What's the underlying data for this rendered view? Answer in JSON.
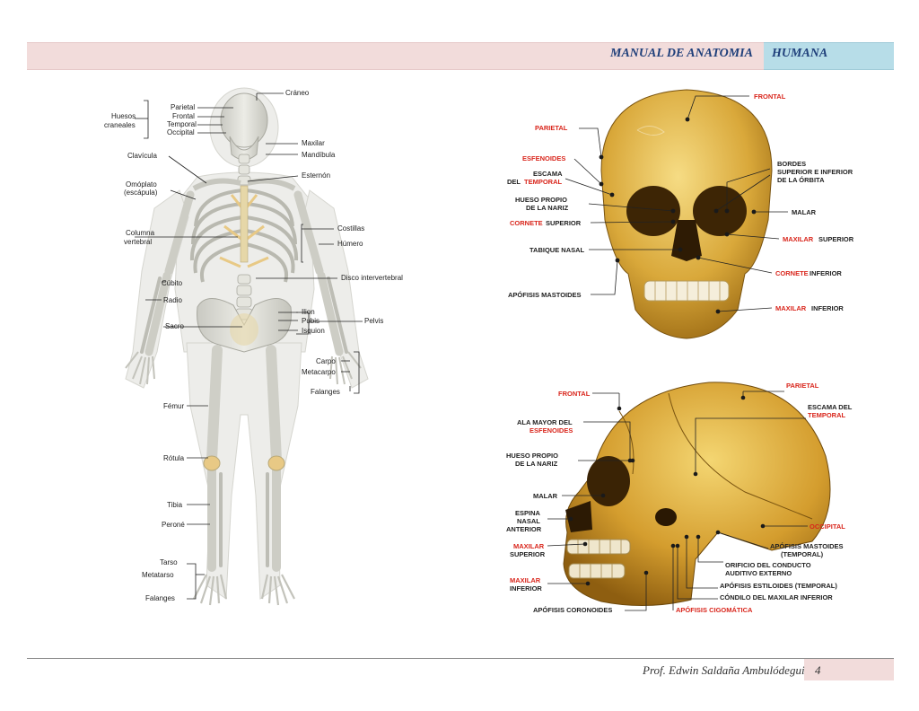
{
  "header": {
    "title_left": "MANUAL DE ANATOMIA",
    "title_right": "HUMANA"
  },
  "footer": {
    "author": "Prof. Edwin Saldaña Ambulódegui",
    "page": "4"
  },
  "skeleton": {
    "labels": {
      "craneo": "Cráneo",
      "huesos": "Huesos",
      "craneales": "craneales",
      "parietal": "Parietal",
      "frontal": "Frontal",
      "temporal": "Temporal",
      "occipital": "Occipital",
      "maxilar": "Maxilar",
      "mandibula": "Mandíbula",
      "clavicula": "Clavícula",
      "esternon": "Esternón",
      "omoplato": "Omóplato",
      "escapula": "(escápula)",
      "columna": "Columna",
      "vertebral": "vertebral",
      "costillas": "Costillas",
      "humero": "Húmero",
      "cubito": "Cúbito",
      "disco": "Disco intervertebral",
      "radio": "Radio",
      "ilion": "Ilion",
      "pubis": "Pubis",
      "pelvis": "Pelvis",
      "sacro": "Sacro",
      "isquion": "Isquion",
      "carpo": "Carpo",
      "metacarpo": "Metacarpo",
      "falanges_mano": "Falanges",
      "femur": "Fémur",
      "rotula": "Rótula",
      "tibia": "Tibia",
      "perone": "Peroné",
      "tarso": "Tarso",
      "metatarso": "Metatarso",
      "falanges_pie": "Falanges"
    }
  },
  "skull_front": {
    "labels": {
      "frontal": "FRONTAL",
      "parietal": "PARIETAL",
      "esfenoides": "ESFENOIDES",
      "escama": "ESCAMA",
      "del": "DEL",
      "temporal": "TEMPORAL",
      "hueso_propio": "HUESO PROPIO",
      "de_la_nariz": "DE LA NARIZ",
      "cornete": "CORNETE",
      "superior": "SUPERIOR",
      "tabique": "TABIQUE NASAL",
      "apofisis_mastoides": "APÓFISIS MASTOIDES",
      "bordes1": "BORDES",
      "bordes2": "SUPERIOR E INFERIOR",
      "bordes3": "DE LA ÓRBITA",
      "malar": "MALAR",
      "maxilar_sup_red": "MAXILAR",
      "maxilar_sup_black": "SUPERIOR",
      "cornete_inf_red": "CORNETE",
      "cornete_inf_black": "INFERIOR",
      "maxilar_inf_red": "MAXILAR",
      "maxilar_inf_black": "INFERIOR"
    }
  },
  "skull_side": {
    "labels": {
      "frontal": "FRONTAL",
      "parietal": "PARIETAL",
      "ala_mayor": "ALA MAYOR DEL",
      "esfenoides": "ESFENOIDES",
      "escama1": "ESCAMA DEL",
      "escama2": "TEMPORAL",
      "hueso_propio": "HUESO PROPIO",
      "de_la_nariz": "DE LA NARIZ",
      "malar": "MALAR",
      "espina1": "ESPINA",
      "espina2": "NASAL",
      "espina3": "ANTERIOR",
      "occipital": "OCCIPITAL",
      "maxilar_sup_red": "MAXILAR",
      "maxilar_sup_black": "SUPERIOR",
      "apofisis_mast1": "APÓFISIS MASTOIDES",
      "apofisis_mast2": "(TEMPORAL)",
      "orificio1": "ORIFICIO DEL CONDUCTO",
      "orificio2": "AUDITIVO EXTERNO",
      "maxilar_inf_red": "MAXILAR",
      "maxilar_inf_black": "INFERIOR",
      "estiloides": "APÓFISIS ESTILOIDES (TEMPORAL)",
      "condilo": "CÓNDILO DEL MAXILAR INFERIOR",
      "coronoides": "APÓFISIS CORONOIDES",
      "cigomatica": "APÓFISIS CIGOMÁTICA"
    }
  }
}
